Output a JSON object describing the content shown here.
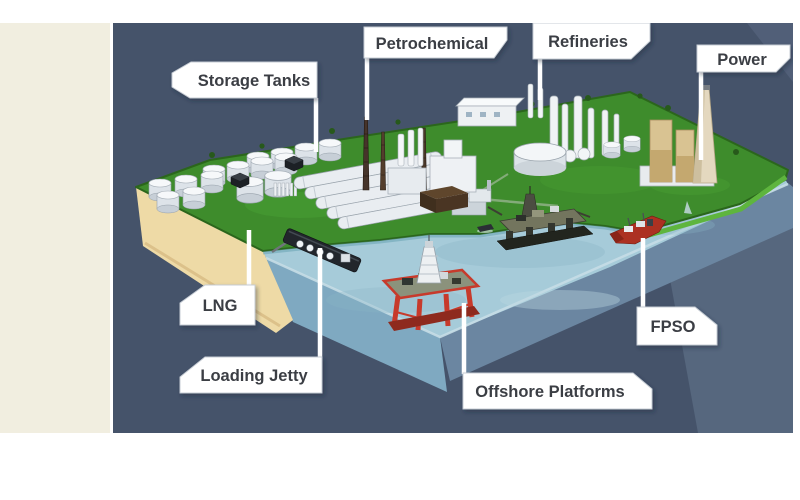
{
  "figure": {
    "description": "Isometric 3D infographic of an integrated oil and gas complex: an island with industrial facilities surrounded by sea with offshore units",
    "labels": {
      "storage_tanks": "Storage Tanks",
      "petrochemical": "Petrochemical",
      "refineries": "Refineries",
      "power": "Power",
      "lng": "LNG",
      "loading_jetty": "Loading Jetty",
      "offshore_platforms": "Offshore Platforms",
      "fpso": "FPSO"
    },
    "colors": {
      "background": "#45536a",
      "side_panel": "#f1eee0",
      "island_green": "#3e8c2c",
      "sand": "#eedaa6",
      "sea": "#a6cbd9",
      "platform_red": "#c73a2b",
      "label_text": "#3b3e44"
    }
  }
}
